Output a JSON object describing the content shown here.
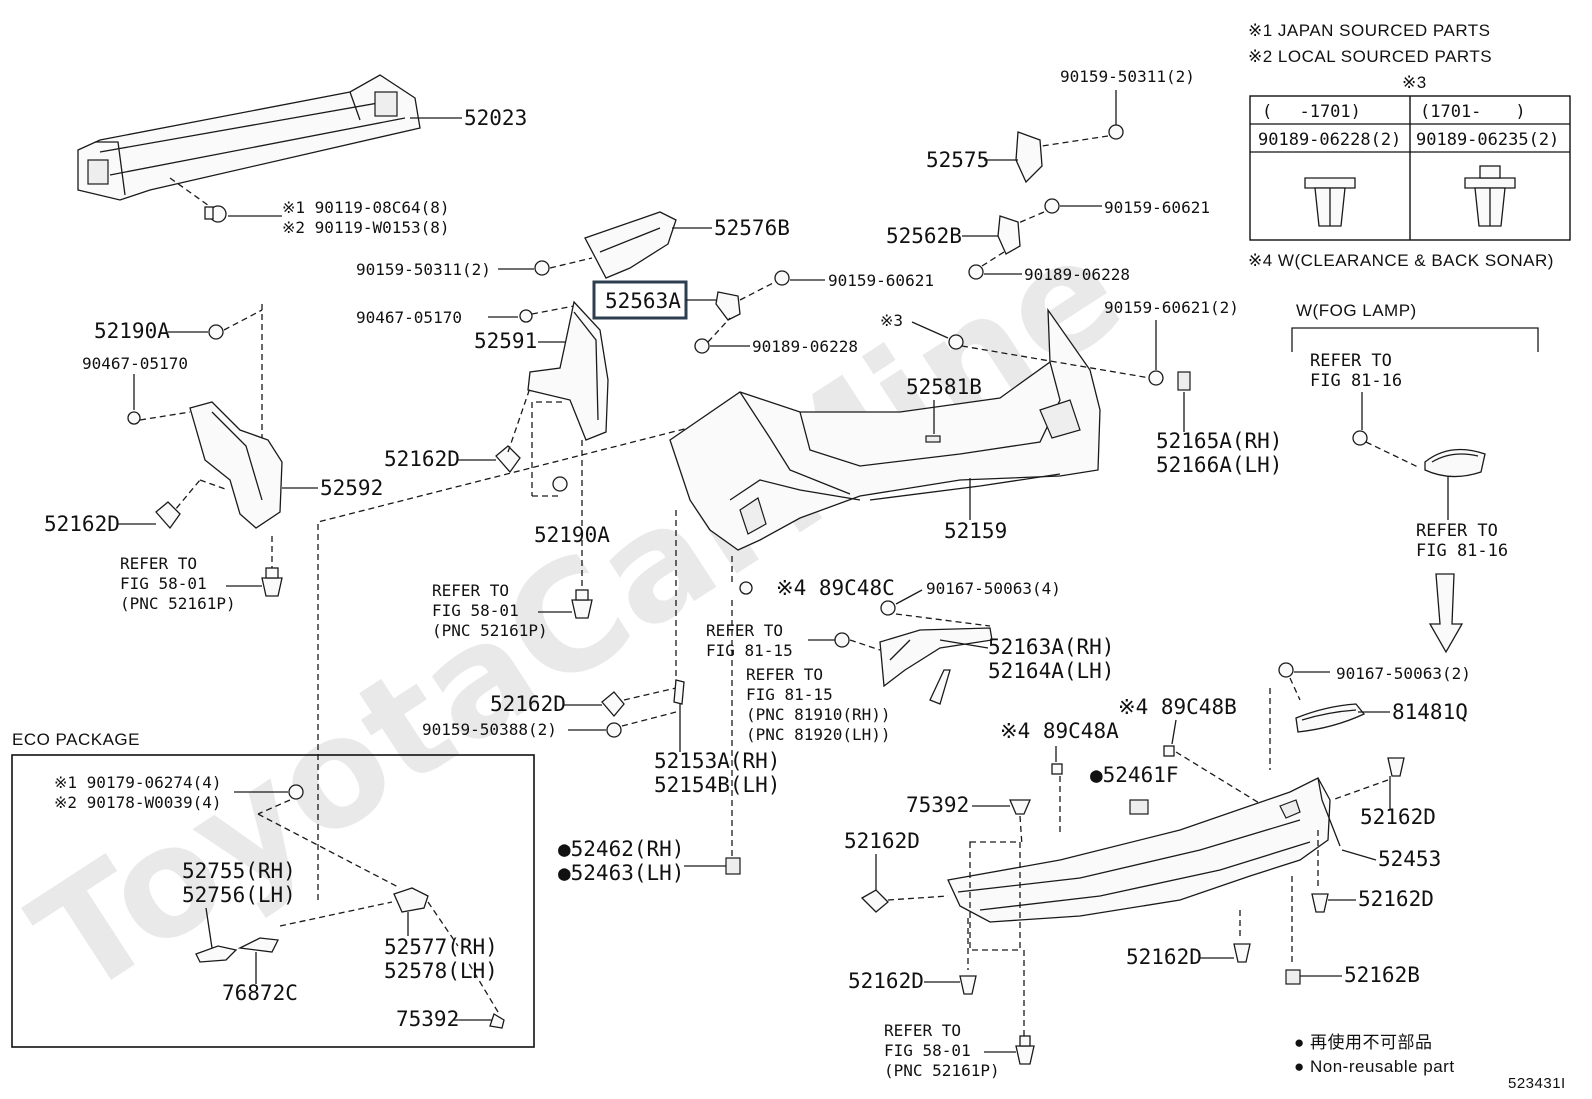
{
  "legend": {
    "note1": "※1 JAPAN SOURCED PARTS",
    "note2": "※2 LOCAL SOURCED PARTS",
    "note3": "※3",
    "note4": "※4 W(CLEARANCE & BACK SONAR)",
    "table": {
      "col1_header": "(　 -1701)",
      "col2_header": "(1701-　　)",
      "col1_part": "90189-06228(2)",
      "col2_part": "90189-06235(2)"
    }
  },
  "fog_lamp": {
    "title": "W(FOG LAMP)",
    "refer_top_1": "REFER TO",
    "refer_top_2": "FIG 81-16",
    "refer_mid_1": "REFER TO",
    "refer_mid_2": "FIG 81-16"
  },
  "eco_package": {
    "title": "ECO PACKAGE",
    "clip_1": "※1 90179-06274(4)",
    "clip_2": "※2 90178-W0039(4)",
    "p52755": "52755(RH)",
    "p52756": "52756(LH)",
    "p52577": "52577(RH)",
    "p52578": "52578(LH)",
    "p76872c": "76872C",
    "p75392": "75392"
  },
  "labels": {
    "p52023": "52023",
    "bolt1": "※1 90119-08C64(8)",
    "bolt2": "※2 90119-W0153(8)",
    "p52576b": "52576B",
    "p90159_50311_a": "90159-50311(2)",
    "p90159_50311_b": "90159-50311(2)",
    "p52575": "52575",
    "p52562b": "52562B",
    "p90159_60621_a": "90159-60621",
    "p90159_60621_b": "90159-60621",
    "p90189_06228_a": "90189-06228",
    "p90189_06228_b": "90189-06228",
    "p52563a": "52563A",
    "p90467_05170_a": "90467-05170",
    "p90467_05170_b": "90467-05170",
    "p52190a_a": "52190A",
    "p52190a_b": "52190A",
    "p52591": "52591",
    "p52592": "52592",
    "p52162d_1": "52162D",
    "p52162d_2": "52162D",
    "p52162d_3": "52162D",
    "p52162d_4": "52162D",
    "p52162d_5": "52162D",
    "p52162d_6": "52162D",
    "p52162d_7": "52162D",
    "p52162d_8": "52162D",
    "star3": "※3",
    "p90159_60621_2": "90159-60621(2)",
    "p52581b": "52581B",
    "p52165a": "52165A(RH)",
    "p52166a": "52166A(LH)",
    "p52159": "52159",
    "ref58_a1": "REFER TO",
    "ref58_a2": "FIG 58-01",
    "ref58_a3": "(PNC 52161P)",
    "ref58_b1": "REFER TO",
    "ref58_b2": "FIG 58-01",
    "ref58_b3": "(PNC 52161P)",
    "ref58_c1": "REFER TO",
    "ref58_c2": "FIG 58-01",
    "ref58_c3": "(PNC 52161P)",
    "p89c48c": "※4 89C48C",
    "p90167_50063_4": "90167-50063(4)",
    "ref81_15_a1": "REFER TO",
    "ref81_15_a2": "FIG 81-15",
    "ref81_15_b1": "REFER TO",
    "ref81_15_b2": "FIG 81-15",
    "ref81_15_b3": "(PNC 81910(RH))",
    "ref81_15_b4": "(PNC 81920(LH))",
    "p52163a": "52163A(RH)",
    "p52164a": "52164A(LH)",
    "p90159_50388": "90159-50388(2)",
    "p52153a": "52153A(RH)",
    "p52154b": "52154B(LH)",
    "p90167_50063_2": "90167-50063(2)",
    "p81481q": "81481Q",
    "p89c48b": "※4 89C48B",
    "p89c48a": "※4 89C48A",
    "p52461f": "●52461F",
    "p75392": "75392",
    "p52453": "52453",
    "p52162b": "52162B",
    "p52462": "●52462(RH)",
    "p52463": "●52463(LH)"
  },
  "footer": {
    "nonreuse_jp": "● 再使用不可部品",
    "nonreuse_en": "● Non-reusable part",
    "diagram_id": "523431I"
  },
  "watermark": "ToyotaCarMine"
}
